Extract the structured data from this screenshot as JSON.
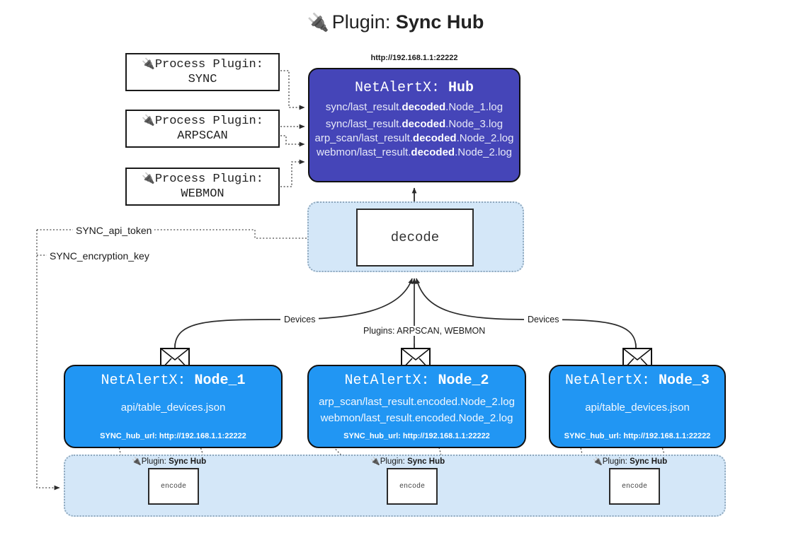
{
  "title": {
    "icon": "plug-icon",
    "prefix": "Plugin:",
    "name": "Sync Hub"
  },
  "process_plugins": [
    {
      "icon": "plug-icon",
      "line1": "Process Plugin:",
      "line2": "SYNC"
    },
    {
      "icon": "plug-icon",
      "line1": "Process Plugin:",
      "line2": "ARPSCAN"
    },
    {
      "icon": "plug-icon",
      "line1": "Process Plugin:",
      "line2": "WEBMON"
    }
  ],
  "hub": {
    "url": "http://192.168.1.1:22222",
    "title_prefix": "NetAlertX:",
    "title_name": "Hub",
    "logs": [
      {
        "pre": "sync/last_result.",
        "bold": "decoded",
        "post": ".Node_1.log"
      },
      {
        "pre": "sync/last_result.",
        "bold": "decoded",
        "post": ".Node_3.log"
      },
      {
        "pre": "arp_scan/last_result.",
        "bold": "decoded",
        "post": ".Node_2.log"
      },
      {
        "pre": "webmon/last_result.",
        "bold": "decoded",
        "post": ".Node_2.log"
      }
    ]
  },
  "decode": {
    "label": "decode"
  },
  "keys": {
    "api_token": "SYNC_api_token",
    "encryption_key": "SYNC_encryption_key"
  },
  "edge_labels": {
    "devices_left": "Devices",
    "devices_right": "Devices",
    "plugins": "Plugins: ARPSCAN, WEBMON"
  },
  "nodes": [
    {
      "title_prefix": "NetAlertX:",
      "title_name": "Node_1",
      "lines": [
        "api/table_devices.json"
      ],
      "footer": "SYNC_hub_url: http://192.168.1.1:22222"
    },
    {
      "title_prefix": "NetAlertX:",
      "title_name": "Node_2",
      "lines": [
        "arp_scan/last_result.encoded.Node_2.log",
        "webmon/last_result.encoded.Node_2.log"
      ],
      "footer": "SYNC_hub_url: http://192.168.1.1:22222"
    },
    {
      "title_prefix": "NetAlertX:",
      "title_name": "Node_3",
      "lines": [
        "api/table_devices.json"
      ],
      "footer": "SYNC_hub_url: http://192.168.1.1:22222"
    }
  ],
  "band": {
    "plugin_label_prefix": "Plugin:",
    "plugin_label_name": "Sync Hub",
    "encode_label": "encode"
  },
  "colors": {
    "hub_fill": "#4545b8",
    "node_fill": "#2196f3",
    "group_fill": "#d4e7f8",
    "group_border": "#8fa8bd",
    "stroke": "#111111",
    "page_bg": "#ffffff"
  }
}
